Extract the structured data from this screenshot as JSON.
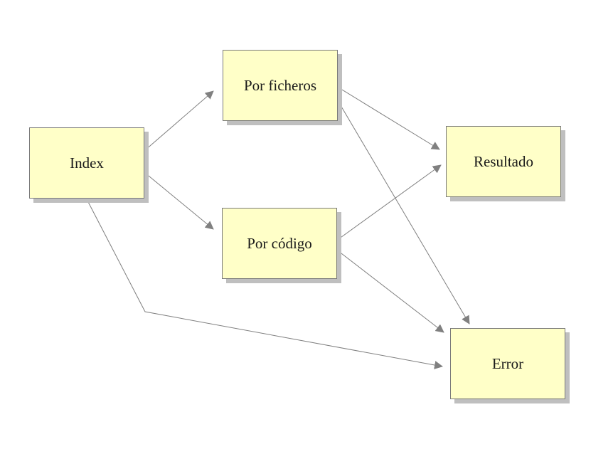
{
  "nodes": {
    "index": "Index",
    "por_ficheros": "Por ficheros",
    "por_codigo": "Por código",
    "resultado": "Resultado",
    "error": "Error"
  },
  "edges": [
    {
      "from": "Index",
      "to": "Por ficheros"
    },
    {
      "from": "Index",
      "to": "Por código"
    },
    {
      "from": "Index",
      "to": "Error"
    },
    {
      "from": "Por ficheros",
      "to": "Resultado"
    },
    {
      "from": "Por ficheros",
      "to": "Error"
    },
    {
      "from": "Por código",
      "to": "Resultado"
    },
    {
      "from": "Por código",
      "to": "Error"
    }
  ],
  "colors": {
    "node_fill": "#ffffc8",
    "node_border": "#7a7a7a",
    "node_shadow": "#bfbfbf",
    "edge": "#7f7f7f"
  }
}
